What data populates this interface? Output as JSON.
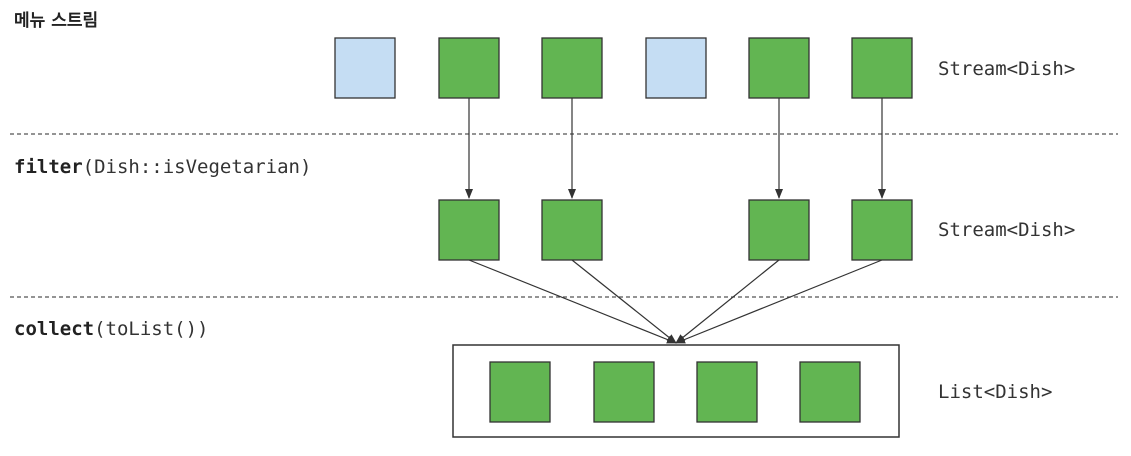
{
  "title": "메뉴 스트림",
  "stages": [
    {
      "op_bold": "filter",
      "op_args": "(Dish::isVegetarian)"
    },
    {
      "op_bold": "collect",
      "op_args": "(toList())"
    }
  ],
  "rows": [
    {
      "label": "Stream<Dish>",
      "items": [
        "meat",
        "veg",
        "veg",
        "meat",
        "veg",
        "veg"
      ]
    },
    {
      "label": "Stream<Dish>",
      "items": [
        "veg",
        "veg",
        "veg",
        "veg"
      ]
    },
    {
      "label": "List<Dish>",
      "items": [
        "veg",
        "veg",
        "veg",
        "veg"
      ]
    }
  ],
  "colors": {
    "veg_fill": "#62b552",
    "meat_fill": "#c5ddf3",
    "stroke": "#333333",
    "divider": "#555555"
  }
}
